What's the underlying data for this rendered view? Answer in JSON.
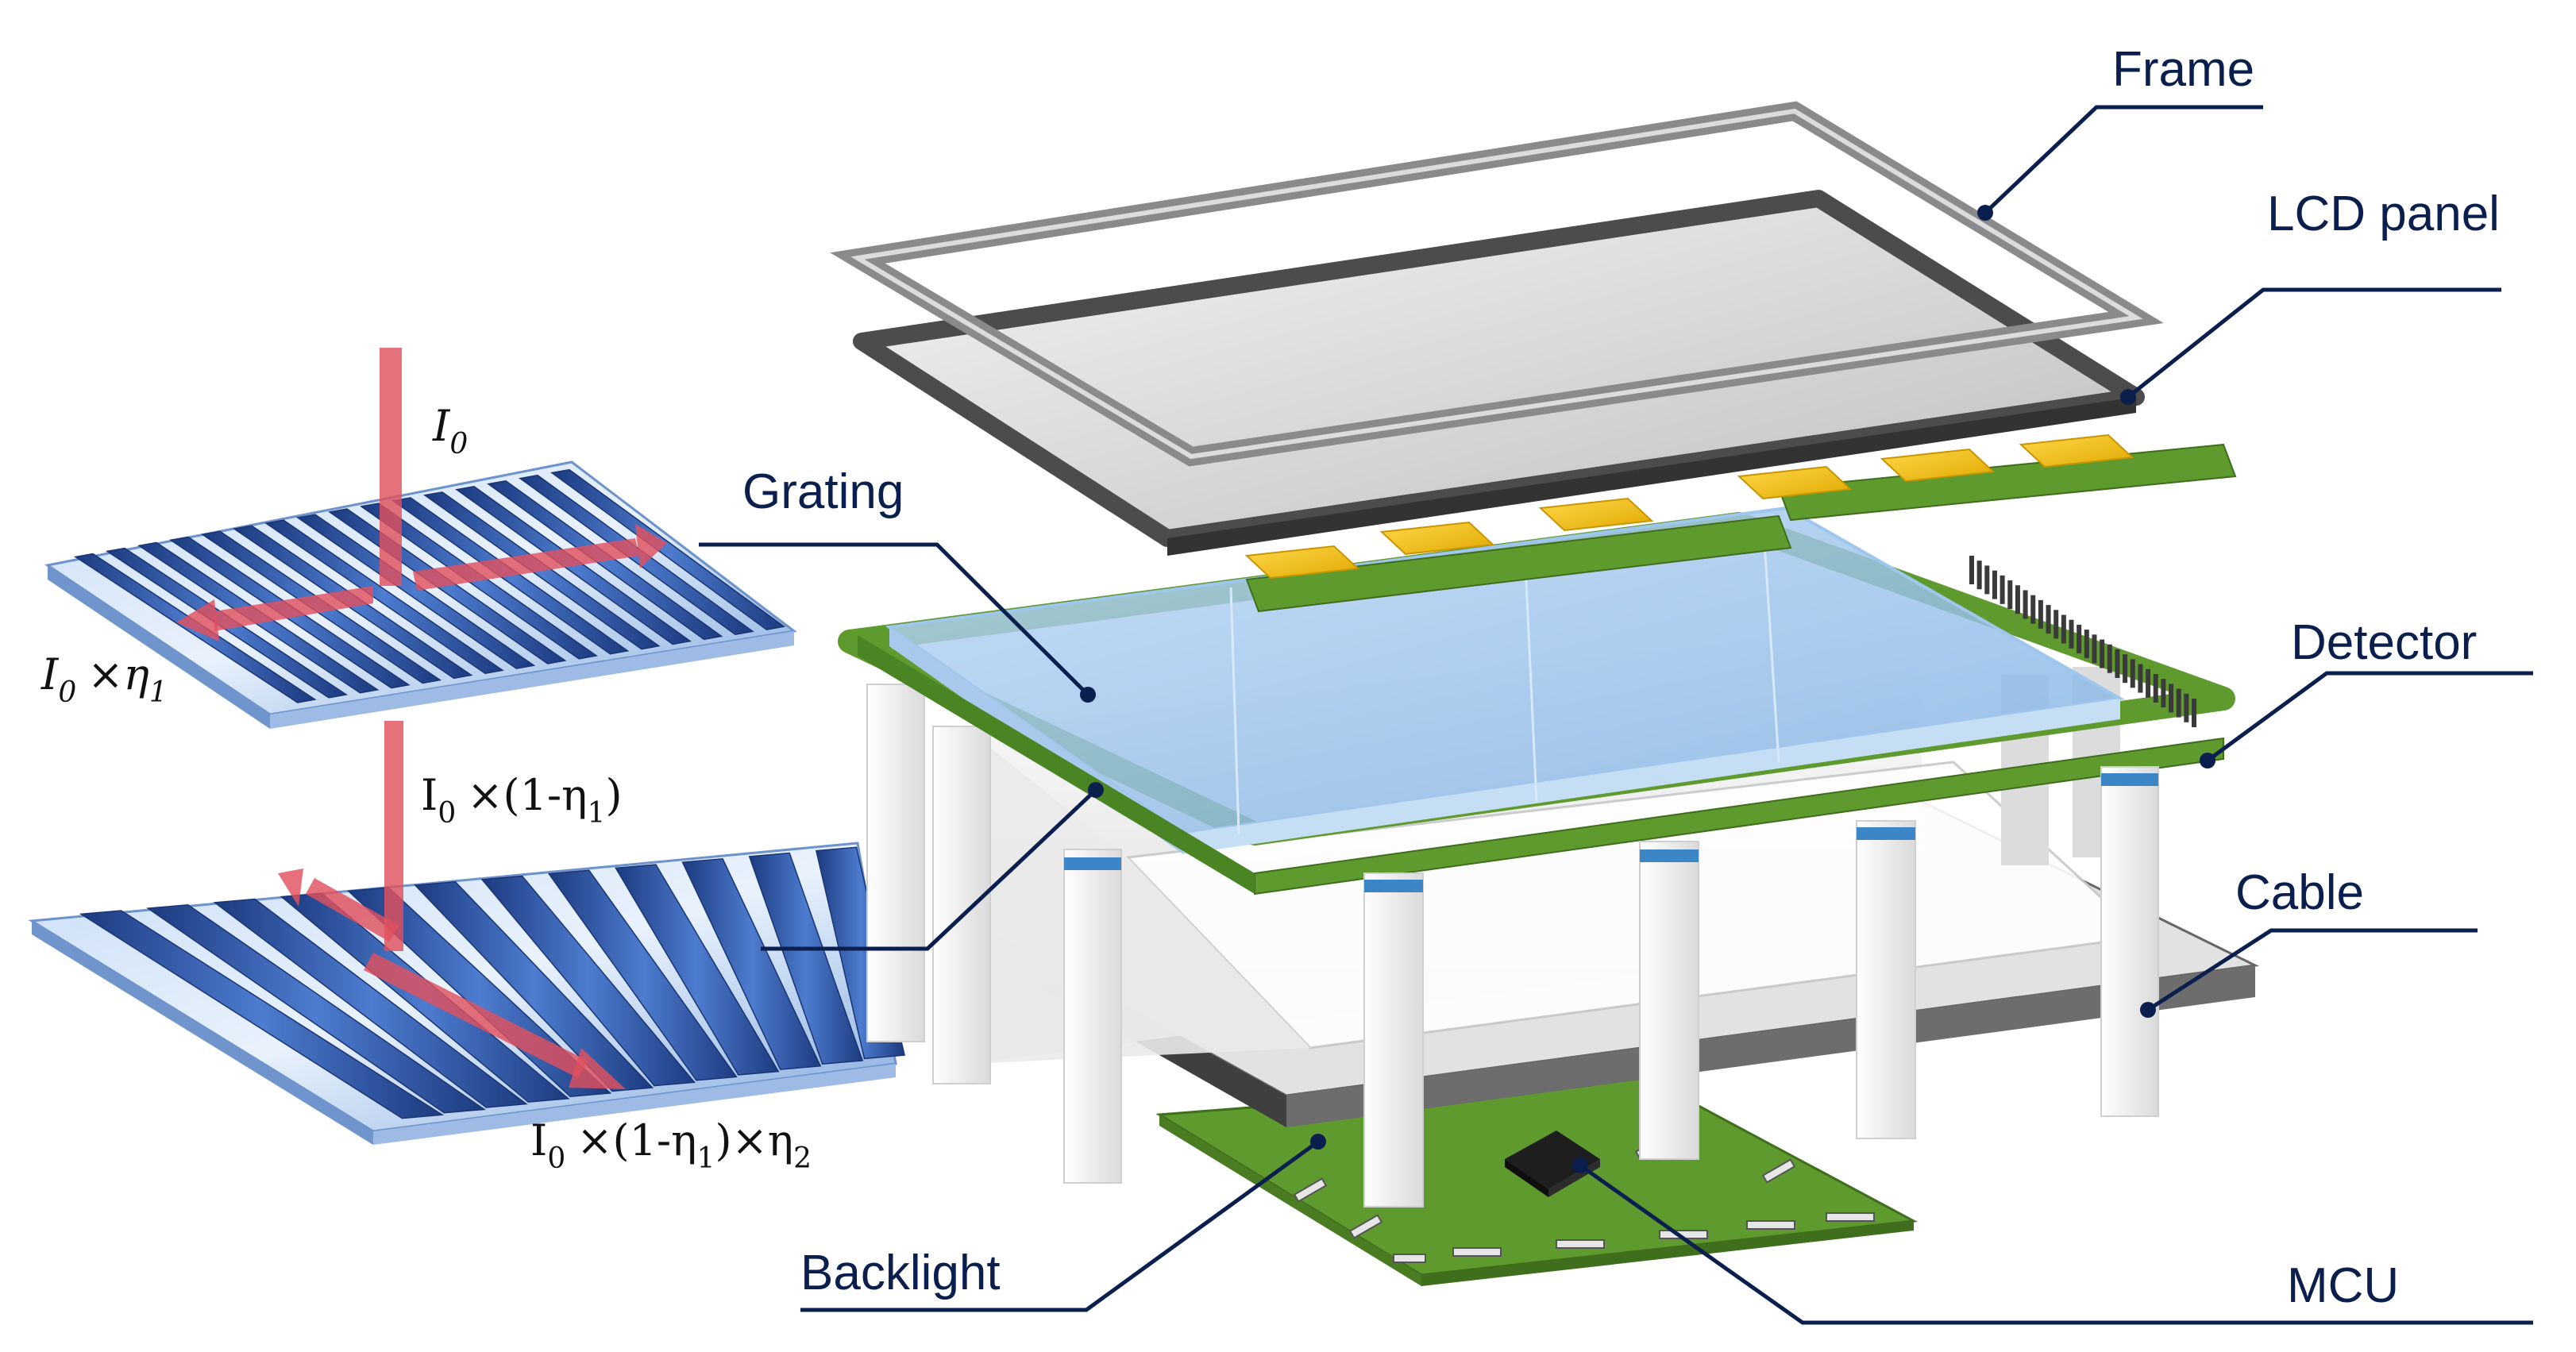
{
  "labels": {
    "frame": "Frame",
    "lcd_panel": "LCD panel",
    "grating": "Grating",
    "detector": "Detector",
    "cable": "Cable",
    "backlight": "Backlight",
    "mcu": "MCU"
  },
  "formulas": {
    "i0": {
      "base": "I",
      "sub": "0"
    },
    "i0_eta1": {
      "base": "I",
      "sub0": "0",
      "times": "×",
      "eta": "η",
      "eta_sub": "1"
    },
    "i0_one_minus_eta1": {
      "base": "I",
      "sub0": "0",
      "rest": "×(1-η",
      "eta_sub": "1",
      "close": ")"
    },
    "i0_full": {
      "base": "I",
      "sub0": "0",
      "rest1": "×(1-η",
      "eta_sub1": "1",
      "rest2": ")×η",
      "eta_sub2": "2"
    }
  },
  "colors": {
    "label_text": "#0b1f4f",
    "beam": "#e0505e",
    "grating_bar": "#2c4e9a",
    "grating_base": "#9fc3ec",
    "pcb_green": "#5f9a2e",
    "gold_pad": "#f3c21a",
    "frame_gray": "#8a8a8a",
    "cable_white": "#f4f4f4"
  }
}
